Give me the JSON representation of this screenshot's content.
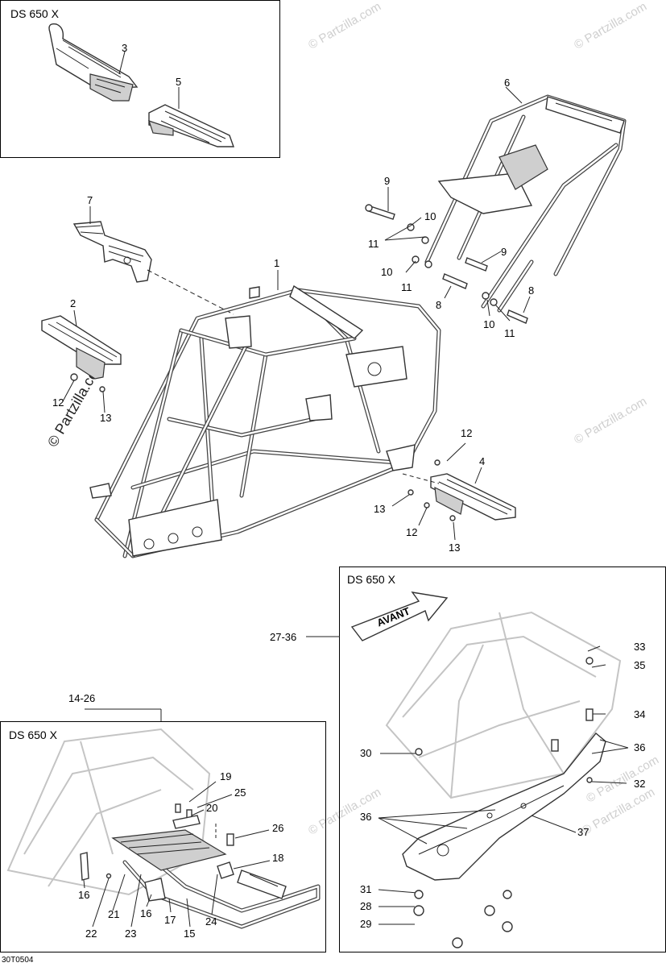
{
  "insets": {
    "top_left": {
      "title": "DS 650 X"
    },
    "bottom_right": {
      "title": "DS 650 X"
    },
    "bottom_left": {
      "title": "DS 650 X"
    }
  },
  "arrow_label": "AVANT",
  "group_labels": {
    "skid_plate": "27-36",
    "bumper": "14-26"
  },
  "callouts": {
    "c1": "1",
    "c2": "2",
    "c3": "3",
    "c4": "4",
    "c5": "5",
    "c6": "6",
    "c7": "7",
    "c8a": "8",
    "c8b": "8",
    "c9a": "9",
    "c9b": "9",
    "c10a": "10",
    "c10b": "10",
    "c10c": "10",
    "c11a": "11",
    "c11b": "11",
    "c11c": "11",
    "c12a": "12",
    "c12b": "12",
    "c12c": "12",
    "c13a": "13",
    "c13b": "13",
    "c13c": "13",
    "c15": "15",
    "c16a": "16",
    "c16b": "16",
    "c17": "17",
    "c18": "18",
    "c19": "19",
    "c20": "20",
    "c21": "21",
    "c22": "22",
    "c23": "23",
    "c24": "24",
    "c25": "25",
    "c26": "26",
    "c28": "28",
    "c29": "29",
    "c30": "30",
    "c31": "31",
    "c32": "32",
    "c33": "33",
    "c34": "34",
    "c35": "35",
    "c36a": "36",
    "c36b": "36",
    "c37": "37"
  },
  "diagram_code": "30T0504",
  "watermark": "© Partzilla.com",
  "icons": {
    "forward_arrow": "forward-arrow-icon"
  }
}
